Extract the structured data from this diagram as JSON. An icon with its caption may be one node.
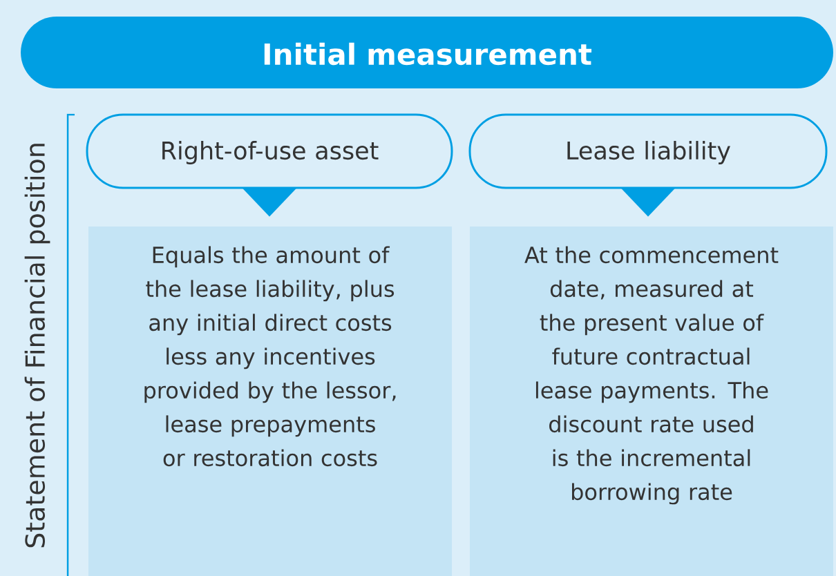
{
  "diagram": {
    "nodes": [
      {
        "text": [
          "Initial measurement"
        ]
      },
      {
        "text": [
          "Right-of-use asset"
        ]
      },
      {
        "text": [
          "Lease liability"
        ]
      },
      {
        "text": [
          "Equals the amount of the lease liability, plus any initial direct costs less any incentives provided by the lessor, lease prepayments or restoration costs"
        ]
      },
      {
        "text": [
          "At the commencement date, measured at the present value of future contractual lease payments. The discount rate used is the incremental borrowing rate"
        ]
      }
    ],
    "edges": [
      {
        "from": 1,
        "to": 3,
        "arrow": "to"
      },
      {
        "from": 2,
        "to": 4,
        "arrow": "to"
      }
    ],
    "labels": [
      "Statement of Financial position"
    ]
  }
}
